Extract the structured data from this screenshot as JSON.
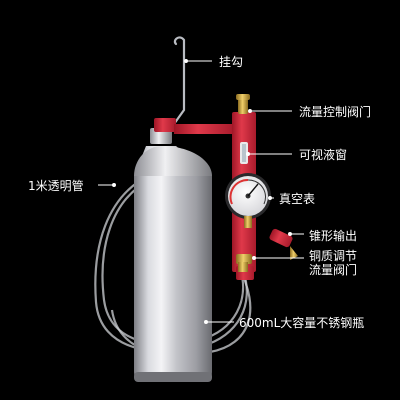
{
  "labels": {
    "hook": "挂勾",
    "flow_valve": "流量控制阀门",
    "sight_window": "可视液窗",
    "vacuum_gauge": "真空表",
    "tube": "1米透明管",
    "cone_output": "锥形输出",
    "brass_valve_line1": "铜质调节",
    "brass_valve_line2": "流量阀门",
    "bottle": "600mL大容量不锈钢瓶"
  },
  "colors": {
    "background": "#000000",
    "valve_body": "#d42a3a",
    "brass": "#c9a23a",
    "steel_light": "#e8e8ea",
    "steel_dark": "#8a8a90",
    "callout_line": "#ffffff"
  },
  "icons": [
    "hook-icon",
    "vacuum-gauge-icon",
    "stainless-bottle-icon",
    "red-valve-body-icon",
    "brass-fitting-icon",
    "clear-tube-icon"
  ]
}
